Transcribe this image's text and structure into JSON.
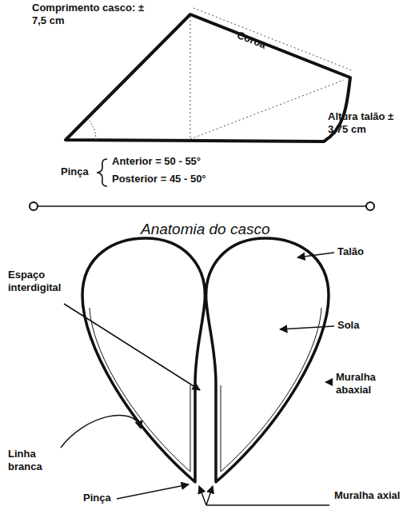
{
  "diagram": {
    "title": "Anatomia do casco",
    "labels": [
      "Comprimento casco: ± 7,5 cm",
      "Coroa",
      "Altura talão ± 3,75 cm",
      "Pinça",
      "Anterior = 50 - 55°",
      "Posterior = 45 - 50°",
      "Espaço interdigital",
      "Talão",
      "Sola",
      "Muralha abaxial",
      "Linha branca",
      "Pinça",
      "Muralha axial"
    ]
  }
}
